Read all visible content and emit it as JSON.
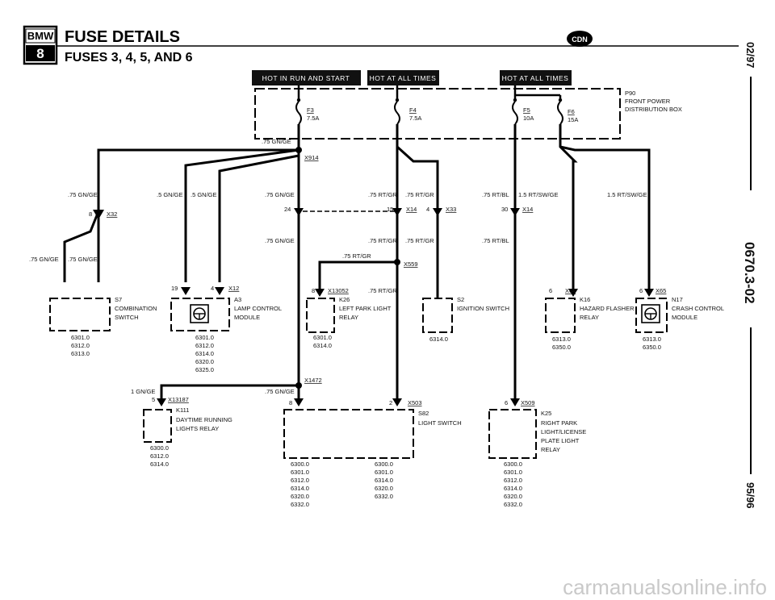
{
  "header": {
    "logo_text": "BMW",
    "logo_num": "8",
    "title": "FUSE DETAILS",
    "subtitle": "FUSES 3, 4, 5, AND 6",
    "cdn": "CDN"
  },
  "side": {
    "top": "02/97",
    "middle": "0670.3-02",
    "bottom": "95/96"
  },
  "banners": [
    "HOT IN RUN AND START",
    "HOT AT ALL TIMES",
    "HOT AT ALL TIMES"
  ],
  "p90": {
    "id": "P90",
    "line1": "FRONT POWER",
    "line2": "DISTRIBUTION BOX"
  },
  "fuses": [
    {
      "id": "F3",
      "rating": "7.5A"
    },
    {
      "id": "F4",
      "rating": "7.5A"
    },
    {
      "id": "F5",
      "rating": "10A"
    },
    {
      "id": "F6",
      "rating": "15A"
    }
  ],
  "wires": {
    "f3_out": ".75 GN/GE",
    "s7_up": ".75 GN/GE",
    "s7_left": ".75 GN/GE",
    "s7_right": ".75 GN/GE",
    "a3_left": ".5 GN/GE",
    "a3_right": ".5 GN/GE",
    "x914_down": ".75 GN/GE",
    "x914_down2": ".75 GN/GE",
    "f4_a": ".75 RT/GR",
    "f4_b": ".75 RT/GR",
    "f4_c": ".75 RT/GR",
    "f4_d": ".75 RT/GR",
    "f4_e": ".75 RT/GR",
    "f4_f": ".75 RT/GR",
    "f5_a": ".75 RT/BL",
    "f5_b": ".75 RT/BL",
    "f6_a": "1.5 RT/SW/GE",
    "f6_b": "1.5 RT/SW/GE",
    "x1472_left": "1 GN/GE",
    "x1472_down": ".75 GN/GE"
  },
  "connectors": {
    "x914": "X914",
    "x32": "X32",
    "x32_pin": "8",
    "x14_a": "X14",
    "x14_a_pin1": "24",
    "x14_a_pin2": "15",
    "x14_a_pin3": "4",
    "x33": "X33",
    "x14_b": "X14",
    "x14_b_pin": "30",
    "x559": "X559",
    "x12": "X12",
    "x12_pin1": "19",
    "x12_pin2": "4",
    "x13052": "X13052",
    "x13052_pin": "8",
    "x64": "X64",
    "x64_pin": "6",
    "x65": "X65",
    "x65_pin": "6",
    "x1472": "X1472",
    "x13187": "X13187",
    "x13187_pin": "5",
    "x503": "X503",
    "x503_pin1": "8",
    "x503_pin2": "2",
    "x509": "X509",
    "x509_pin": "6"
  },
  "components": [
    {
      "id": "S7",
      "name": [
        "COMBINATION",
        "SWITCH"
      ],
      "refs": [
        "6301.0",
        "6312.0",
        "6313.0"
      ]
    },
    {
      "id": "A3",
      "name": [
        "LAMP CONTROL",
        "MODULE"
      ],
      "refs": [
        "6301.0",
        "6312.0",
        "6314.0",
        "6320.0",
        "6325.0"
      ]
    },
    {
      "id": "K26",
      "name": [
        "LEFT PARK LIGHT",
        "RELAY"
      ],
      "refs": [
        "6301.0",
        "6314.0"
      ]
    },
    {
      "id": "S2",
      "name": [
        "IGNITION SWITCH"
      ],
      "refs": [
        "6314.0"
      ]
    },
    {
      "id": "K16",
      "name": [
        "HAZARD FLASHER",
        "RELAY"
      ],
      "refs": [
        "6313.0",
        "6350.0"
      ]
    },
    {
      "id": "N17",
      "name": [
        "CRASH CONTROL",
        "MODULE"
      ],
      "refs": [
        "6313.0",
        "6350.0"
      ]
    },
    {
      "id": "K111",
      "name": [
        "DAYTIME RUNNING",
        "LIGHTS RELAY"
      ],
      "refs": [
        "6300.0",
        "6312.0",
        "6314.0"
      ]
    },
    {
      "id": "S82",
      "name": [
        "LIGHT SWITCH"
      ],
      "refs_a": [
        "6300.0",
        "6301.0",
        "6312.0",
        "6314.0",
        "6320.0",
        "6332.0"
      ],
      "refs_b": [
        "6300.0",
        "6301.0",
        "6314.0",
        "6320.0",
        "6332.0"
      ]
    },
    {
      "id": "K25",
      "name": [
        "RIGHT PARK",
        "LIGHT/LICENSE",
        "PLATE LIGHT",
        "RELAY"
      ],
      "refs": [
        "6300.0",
        "6301.0",
        "6312.0",
        "6314.0",
        "6320.0",
        "6332.0"
      ]
    }
  ],
  "watermark": "carmanualsonline.info"
}
